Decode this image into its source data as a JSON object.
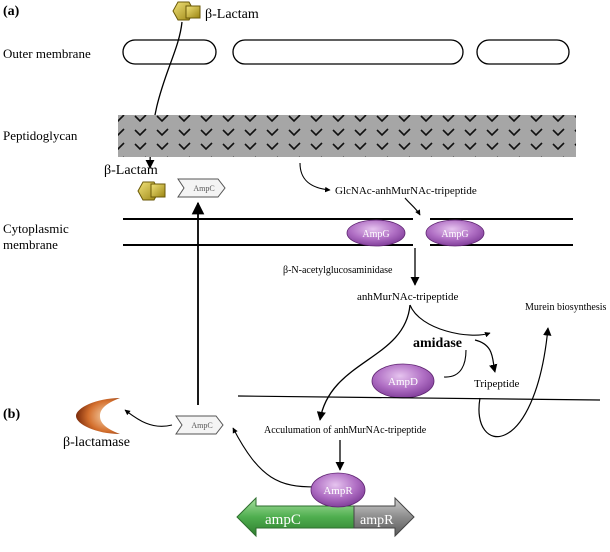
{
  "panel_labels": {
    "a": "(a)",
    "b": "(b)"
  },
  "labels": {
    "outer_membrane": "Outer membrane",
    "peptidoglycan": "Peptidoglycan",
    "cytoplasmic_line1": "Cytoplasmic",
    "cytoplasmic_line2": "membrane",
    "beta_lactam_top": "β-Lactam",
    "beta_lactam_mid": "β-Lactam",
    "beta_lactamase": "β-lactamase",
    "glcnac": "GlcNAc-anhMurNAc-tripeptide",
    "nag_enzyme": "β-N-acetylglucosaminidase",
    "anhmurnac": "anhMurNAc-tripeptide",
    "murein": "Murein biosynthesis",
    "amidase": "amidase",
    "tripeptide": "Tripeptide",
    "accumulation": "Acculumation of anhMurNAc-tripeptide"
  },
  "proteins": {
    "ampg_left": "AmpG",
    "ampg_right": "AmpG",
    "ampd": "AmpD",
    "ampr": "AmpR",
    "ampc_top": "AmpC",
    "ampc_bottom": "AmpC"
  },
  "genes": {
    "ampc": "ampC",
    "ampr": "ampR"
  },
  "colors": {
    "peptidoglycan": "#a6a6a6",
    "protein_purple": "#a05ab4",
    "gene_ampc": "#4fae4f",
    "gene_ampr": "#8c8c8c",
    "beta_lactam": "#b8a21c",
    "beta_lactamase": "#c0521e"
  }
}
